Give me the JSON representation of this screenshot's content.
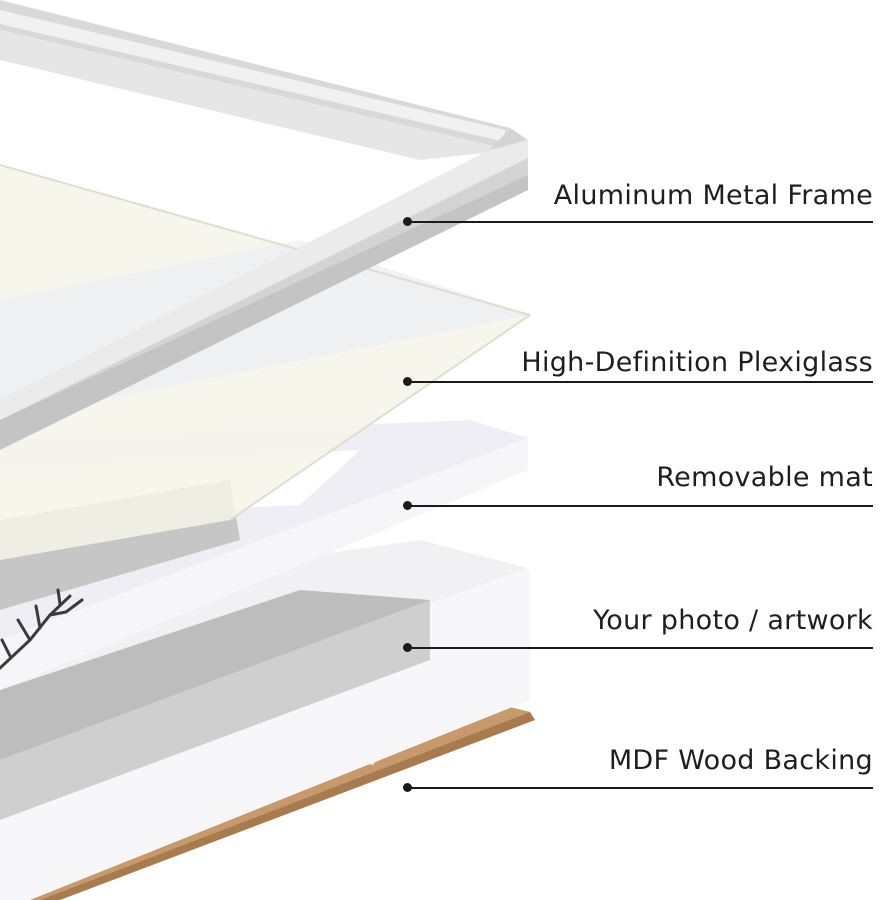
{
  "layers": [
    {
      "label": "Aluminum Metal Frame"
    },
    {
      "label": "High-Definition Plexiglass"
    },
    {
      "label": "Removable mat"
    },
    {
      "label": "Your photo / artwork"
    },
    {
      "label": "MDF Wood Backing"
    }
  ],
  "colors": {
    "frame": "#d8d8d8",
    "frame_highlight": "#f2f2f2",
    "plexiglass": "#f4f3ea",
    "mat": "#f3f3f7",
    "photo": "#c8c8c8",
    "mdf": "#c8996a",
    "callout": "#1a1a1a"
  },
  "icons": {
    "callout_marker": "dot",
    "artwork_motif": "tree-branch-icon"
  }
}
